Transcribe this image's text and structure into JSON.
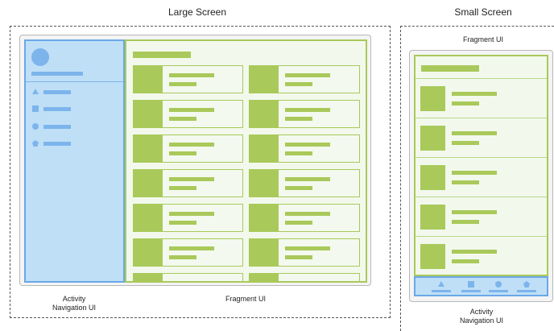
{
  "large_screen": {
    "title": "Large Screen",
    "nav_caption": "Activity\nNavigation UI",
    "fragment_caption": "Fragment UI",
    "nav_icons": [
      "triangle-icon",
      "square-icon",
      "circle-icon",
      "pentagon-icon"
    ],
    "card_rows": 7
  },
  "small_screen": {
    "title": "Small Screen",
    "fragment_caption": "Fragment UI",
    "nav_caption": "Activity\nNavigation UI",
    "rows": 5,
    "bottom_nav_icons": [
      "triangle-icon",
      "square-icon",
      "circle-icon",
      "pentagon-icon"
    ]
  },
  "colors": {
    "nav_fill": "#bfdff7",
    "nav_border": "#6aa8e6",
    "nav_accent": "#7db4ec",
    "fragment_fill": "#f2f9ec",
    "fragment_accent": "#a9c95a"
  }
}
